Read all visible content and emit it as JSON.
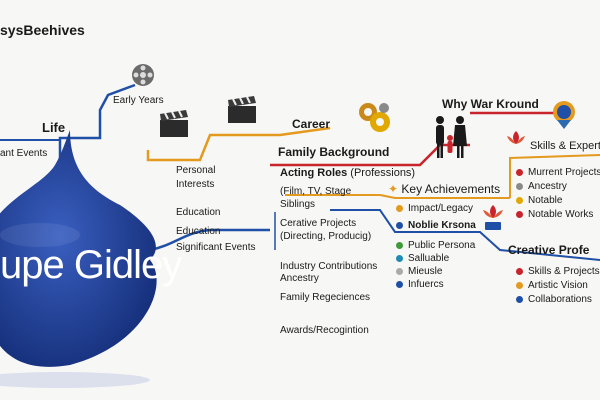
{
  "brand": "sysBeehives",
  "central": {
    "name": "upe Gidley",
    "color": "#1e3f9a"
  },
  "colors": {
    "blue": "#1f4fa6",
    "orange": "#e39a1e",
    "red": "#c8242b",
    "green": "#3f9a3a",
    "gray": "#8a8a8a",
    "yellow": "#e0a800"
  },
  "left_nodes": {
    "life": "Life",
    "early_years": "Early Years",
    "significant_events_left": "ant Events",
    "personal": "Personal",
    "interests": "Interests",
    "education1": "Education",
    "education2": "Education",
    "significant_events": "Significant Events"
  },
  "career": {
    "title": "Career",
    "family_background": "Family Background",
    "acting_roles": "Acting Roles",
    "acting_roles_suffix": "(Professions)",
    "film_tv": "(Film, TV, Stage",
    "siblings": "Siblings",
    "creative_projects": "Cerative Projects",
    "creative_projects_sub": "(Directing, Producig)",
    "industry_contributions": "Industry Contributions",
    "ancestry": "Ancestry",
    "family_regeciences": "Family Regeciences",
    "awards": "Awards/Recogintion"
  },
  "why": {
    "title": "Why War Kround"
  },
  "achievements": {
    "title": "Key Achievements",
    "impact": "Impact/Legacy",
    "noble": "Noblie Krsona",
    "items": [
      "Public Persona",
      "Salluable",
      "Mieusle",
      "Infuercs"
    ]
  },
  "skills": {
    "title": "Skills & Experti",
    "items": [
      "Murrent Projects",
      "Ancestry",
      "Notable",
      "Notable Works"
    ]
  },
  "creative_profile": {
    "title": "Creative Profe",
    "items": [
      "Skills & Projects",
      "Artistic Vision",
      "Collaborations"
    ]
  },
  "icons": [
    "film-reel-icon",
    "clapperboard-icon",
    "gears-icon",
    "family-icon",
    "award-badge-icon",
    "lotus-icon"
  ]
}
